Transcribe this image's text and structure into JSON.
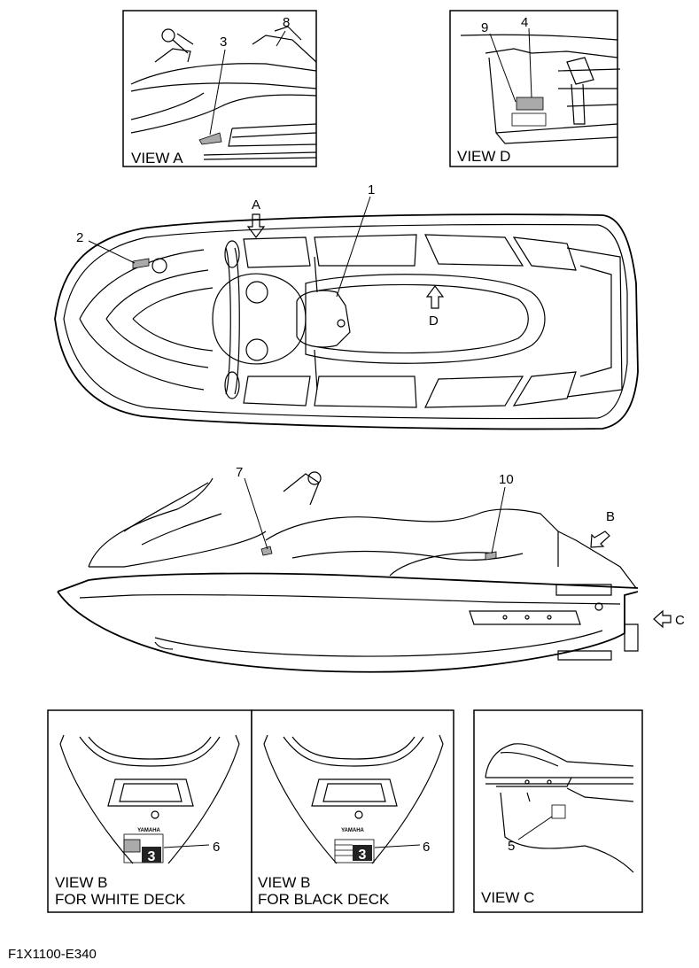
{
  "callouts": {
    "c1": "1",
    "c2": "2",
    "c3": "3",
    "c4": "4",
    "c5": "5",
    "c6a": "6",
    "c6b": "6",
    "c7": "7",
    "c8": "8",
    "c9": "9",
    "c10": "10"
  },
  "arrows": {
    "a": "A",
    "b": "B",
    "c": "C",
    "d": "D"
  },
  "views": {
    "view_a": "VIEW A",
    "view_d": "VIEW D",
    "view_b_white_line1": "VIEW B",
    "view_b_white_line2": "FOR WHITE DECK",
    "view_b_black_line1": "VIEW B",
    "view_b_black_line2": "FOR BLACK DECK",
    "view_c": "VIEW C"
  },
  "label_plate_text": "YAMAHA",
  "label_plate_number": "3",
  "figure_code": "F1X1100-E340"
}
